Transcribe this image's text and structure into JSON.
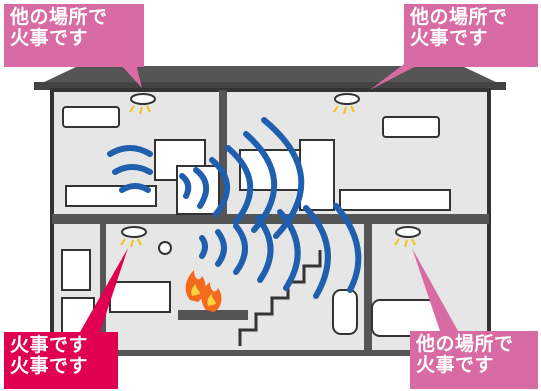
{
  "callouts": {
    "top_left": {
      "line1": "他の場所で",
      "line2": "火事です"
    },
    "top_right": {
      "line1": "他の場所で",
      "line2": "火事です"
    },
    "bottom_left": {
      "line1": "火事です",
      "line2": "火事です"
    },
    "bottom_right": {
      "line1": "他の場所で",
      "line2": "火事です"
    }
  },
  "colors": {
    "alert_pink": "#d86ba3",
    "fire_room_red": "#e0004f",
    "signal_wave_blue": "#1f5fae",
    "alarm_spark_yellow": "#f0c419",
    "house_outline": "#333333",
    "house_fill": "#e6e6e6",
    "flame_orange": "#f26a1b"
  },
  "icons": [
    "smoke-detector-icon",
    "fire-icon",
    "wireless-signal-icon",
    "clock-icon"
  ]
}
